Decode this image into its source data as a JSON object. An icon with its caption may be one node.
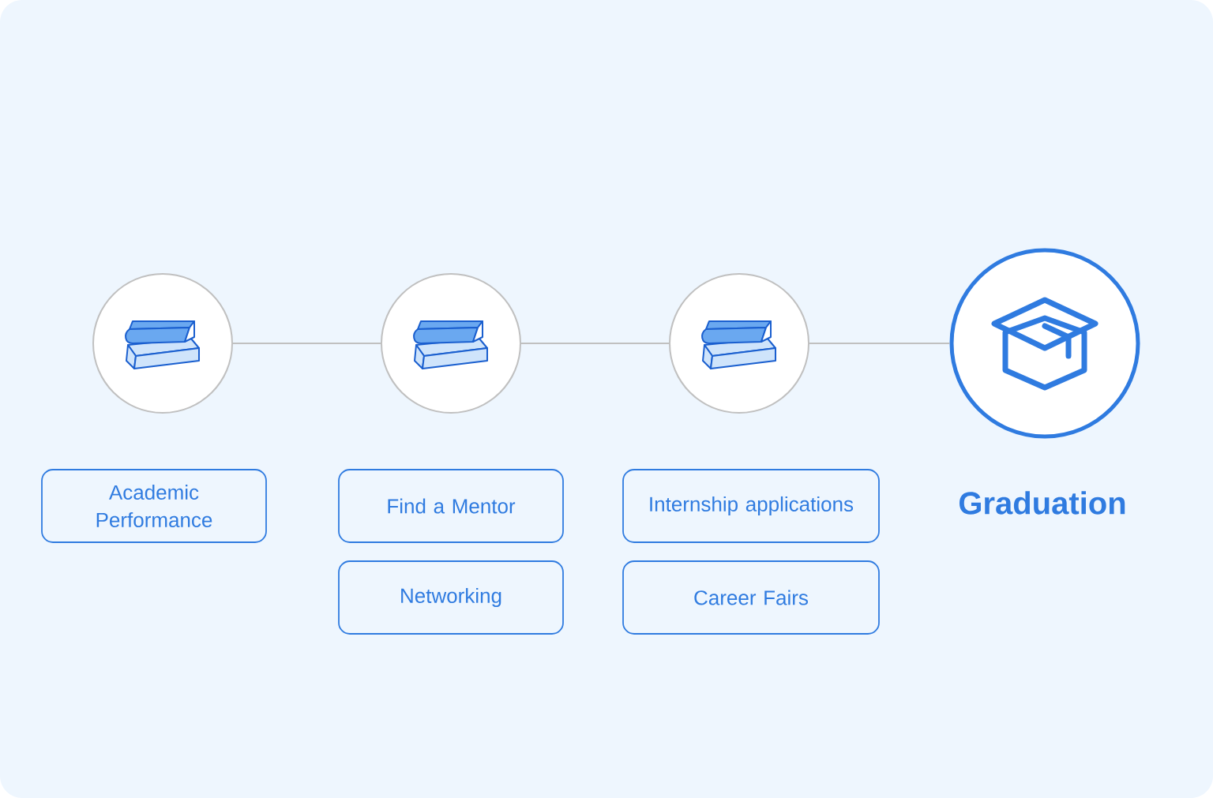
{
  "diagram": {
    "nodes": [
      {
        "text": [],
        "shape": "circle"
      },
      {
        "text": [],
        "shape": "circle"
      },
      {
        "text": [],
        "shape": "circle"
      },
      {
        "text": [],
        "shape": "circle",
        "beside": [
          "Graduation"
        ]
      },
      {
        "text": [
          "Academic Performance"
        ]
      },
      {
        "text": [
          "Find a Mentor"
        ]
      },
      {
        "text": [
          "Networking"
        ]
      },
      {
        "text": [
          "Internship applications"
        ]
      },
      {
        "text": [
          "Career Fairs"
        ]
      }
    ],
    "edges": [
      {
        "from": 0,
        "to": 1,
        "arrow": "none"
      },
      {
        "from": 1,
        "to": 2,
        "arrow": "none"
      },
      {
        "from": 2,
        "to": 3,
        "arrow": "none"
      }
    ]
  }
}
